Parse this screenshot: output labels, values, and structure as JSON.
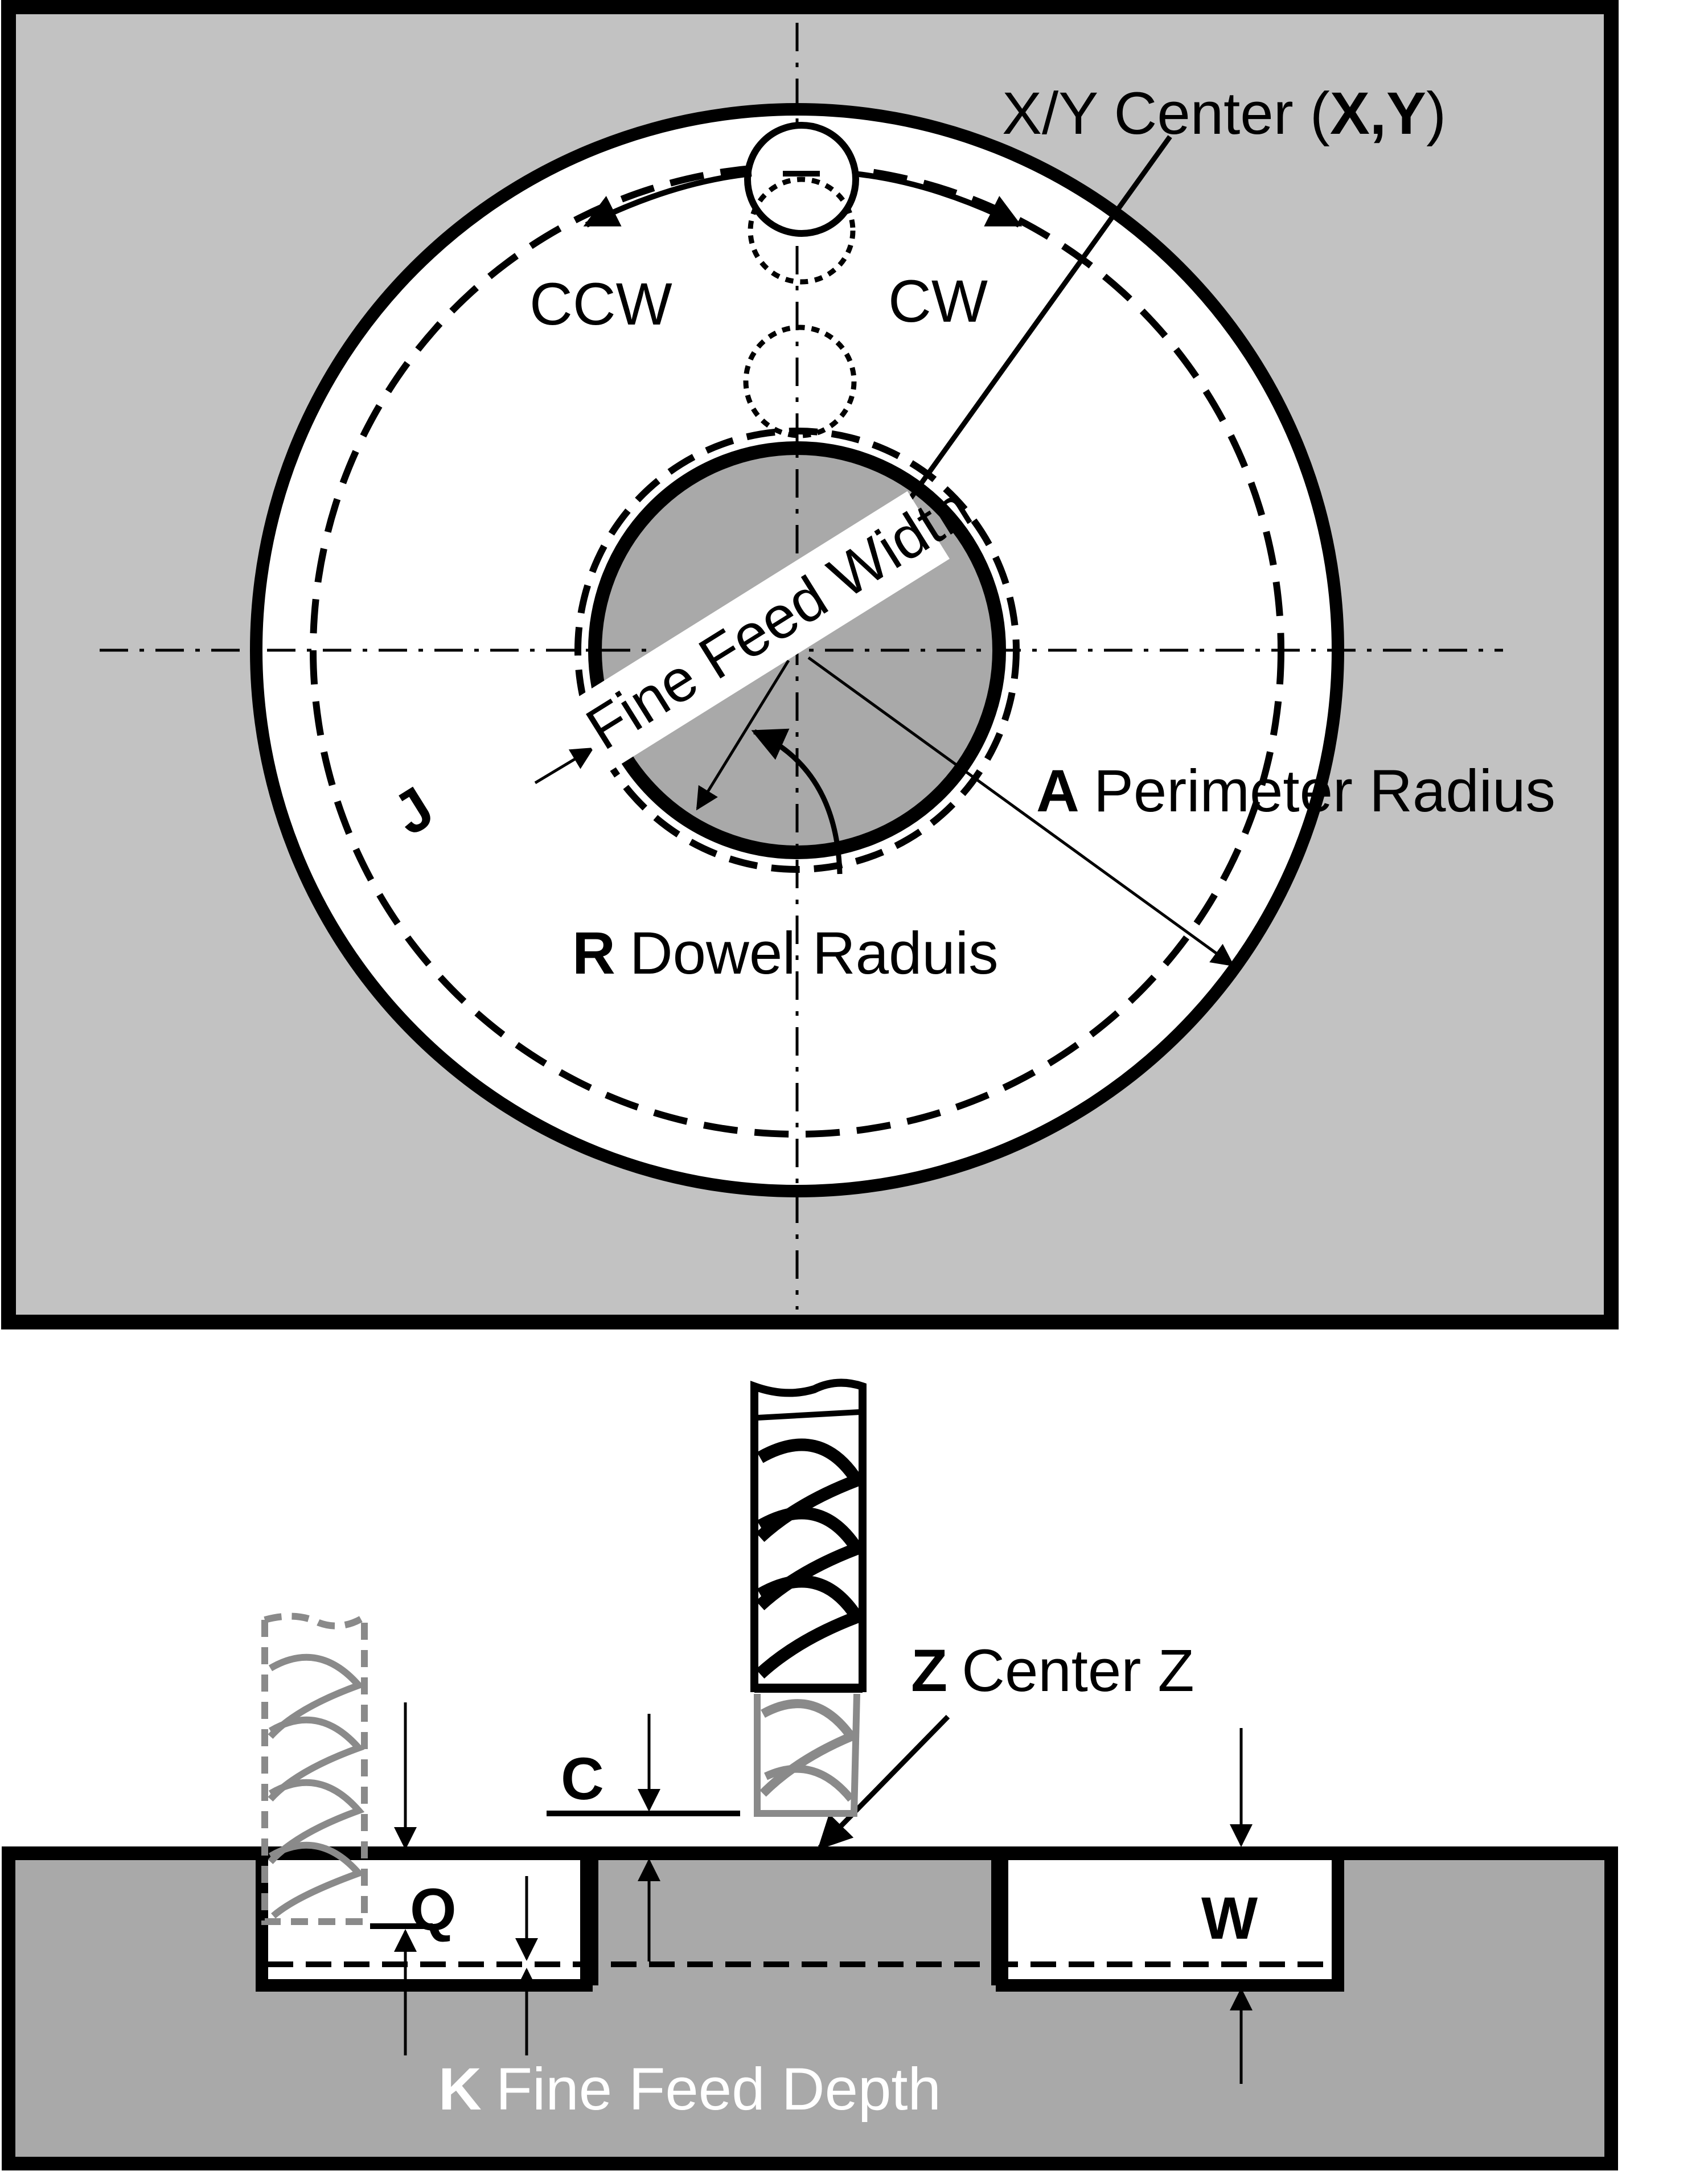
{
  "colors": {
    "outline": "#000000",
    "stock_top": "#c2c2c2",
    "stock_side": "#a9a9a9",
    "dowel": "#a9a9a9",
    "pocket": "#ffffff",
    "ghost_tool": "#8a8a8a"
  },
  "labels": {
    "xy_center": {
      "prefix": "X/Y Center (",
      "x": "X",
      "comma": ",",
      "y": "Y",
      "suffix": ")"
    },
    "ccw": "CCW",
    "cw": "CW",
    "fine_feed_width": "Fine Feed Width",
    "j_letter": "J",
    "a_letter": "A",
    "perimeter_radius": "Perimeter Radius",
    "r_letter": "R",
    "dowel_radius": "Dowel Raduis",
    "z_letter": "Z",
    "center_z": "Center Z",
    "c_letter": "C",
    "q_letter": "Q",
    "w_letter": "W",
    "k_letter": "K",
    "fine_feed_depth": "Fine Feed Depth"
  },
  "icons": {
    "end_mill": "end-mill-icon",
    "ghost_end_mill": "ghost-end-mill-icon"
  }
}
